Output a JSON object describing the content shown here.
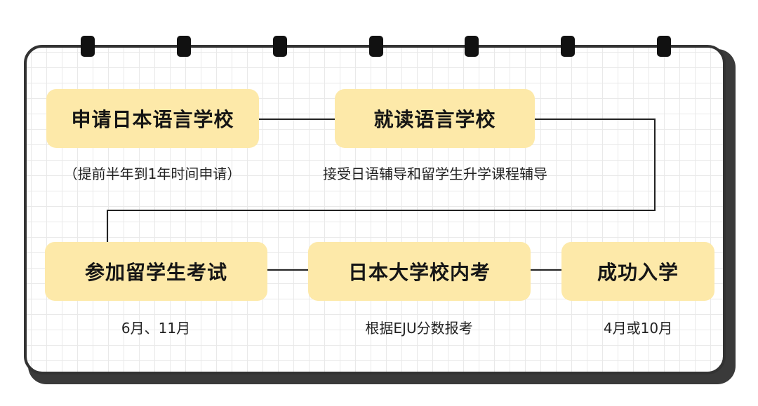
{
  "steps": [
    {
      "label": "申请日本语言学校",
      "note": "（提前半年到1年时间申请）"
    },
    {
      "label": "就读语言学校",
      "note": "接受日语辅导和留学生升学课程辅导"
    },
    {
      "label": "参加留学生考试",
      "note": "6月、11月"
    },
    {
      "label": "日本大学校内考",
      "note": "根据EJU分数报考"
    },
    {
      "label": "成功入学",
      "note": "4月或10月"
    }
  ],
  "colors": {
    "box_fill": "#fde9a9",
    "border": "#333333",
    "grid": "#e9e9e9",
    "ring": "#111111",
    "connector": "#222222"
  }
}
